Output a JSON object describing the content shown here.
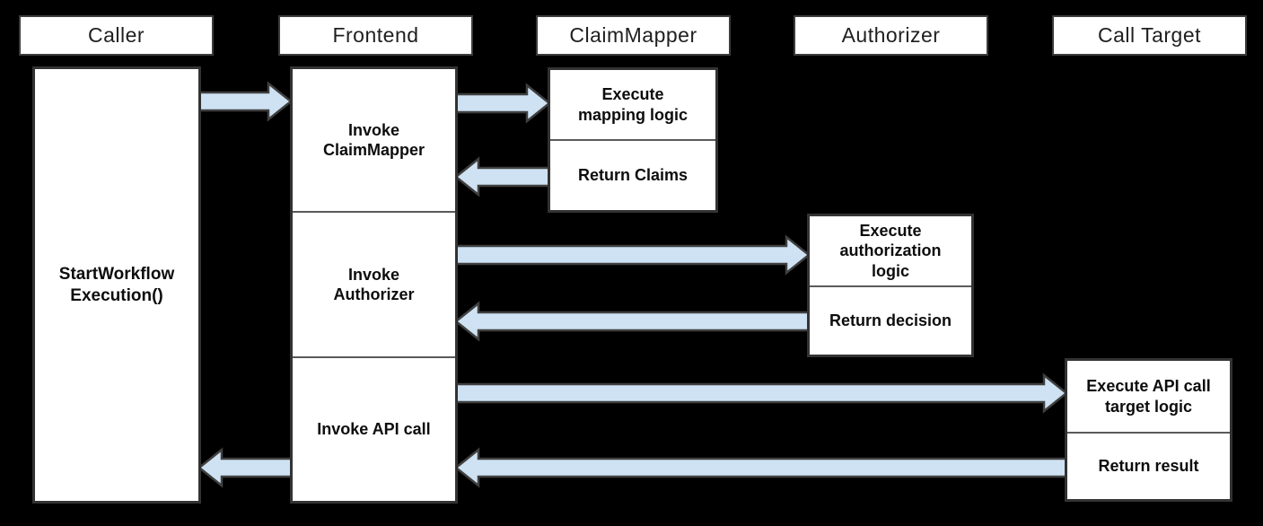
{
  "diagram": {
    "kind": "sequence-diagram",
    "lanes": [
      {
        "label": "Caller"
      },
      {
        "label": "Frontend"
      },
      {
        "label": "ClaimMapper"
      },
      {
        "label": "Authorizer"
      },
      {
        "label": "Call Target"
      }
    ],
    "caller": {
      "activity": "StartWorkflow\nExecution()"
    },
    "frontend": {
      "steps": [
        "Invoke\nClaimMapper",
        "Invoke\nAuthorizer",
        "Invoke API call"
      ]
    },
    "claimmapper": {
      "steps": [
        "Execute\nmapping logic",
        "Return Claims"
      ]
    },
    "authorizer": {
      "steps": [
        "Execute\nauthorization\nlogic",
        "Return decision"
      ]
    },
    "call_target": {
      "steps": [
        "Execute API call\ntarget logic",
        "Return result"
      ]
    },
    "edges": [
      {
        "from": "Caller",
        "to": "Frontend"
      },
      {
        "from": "Frontend",
        "to": "ClaimMapper"
      },
      {
        "from": "ClaimMapper",
        "to": "Frontend"
      },
      {
        "from": "Frontend",
        "to": "Authorizer"
      },
      {
        "from": "Authorizer",
        "to": "Frontend"
      },
      {
        "from": "Frontend",
        "to": "Call Target"
      },
      {
        "from": "Call Target",
        "to": "Frontend"
      },
      {
        "from": "Frontend",
        "to": "Caller"
      }
    ]
  },
  "colors": {
    "background": "#000000",
    "box_fill": "#ffffff",
    "box_border": "#333333",
    "header_border": "#3c3c3c",
    "divider": "#5a5a5a",
    "arrow_fill": "#cfe2f3",
    "arrow_stroke": "#3f3f3f",
    "text": "#0d0d0d"
  }
}
